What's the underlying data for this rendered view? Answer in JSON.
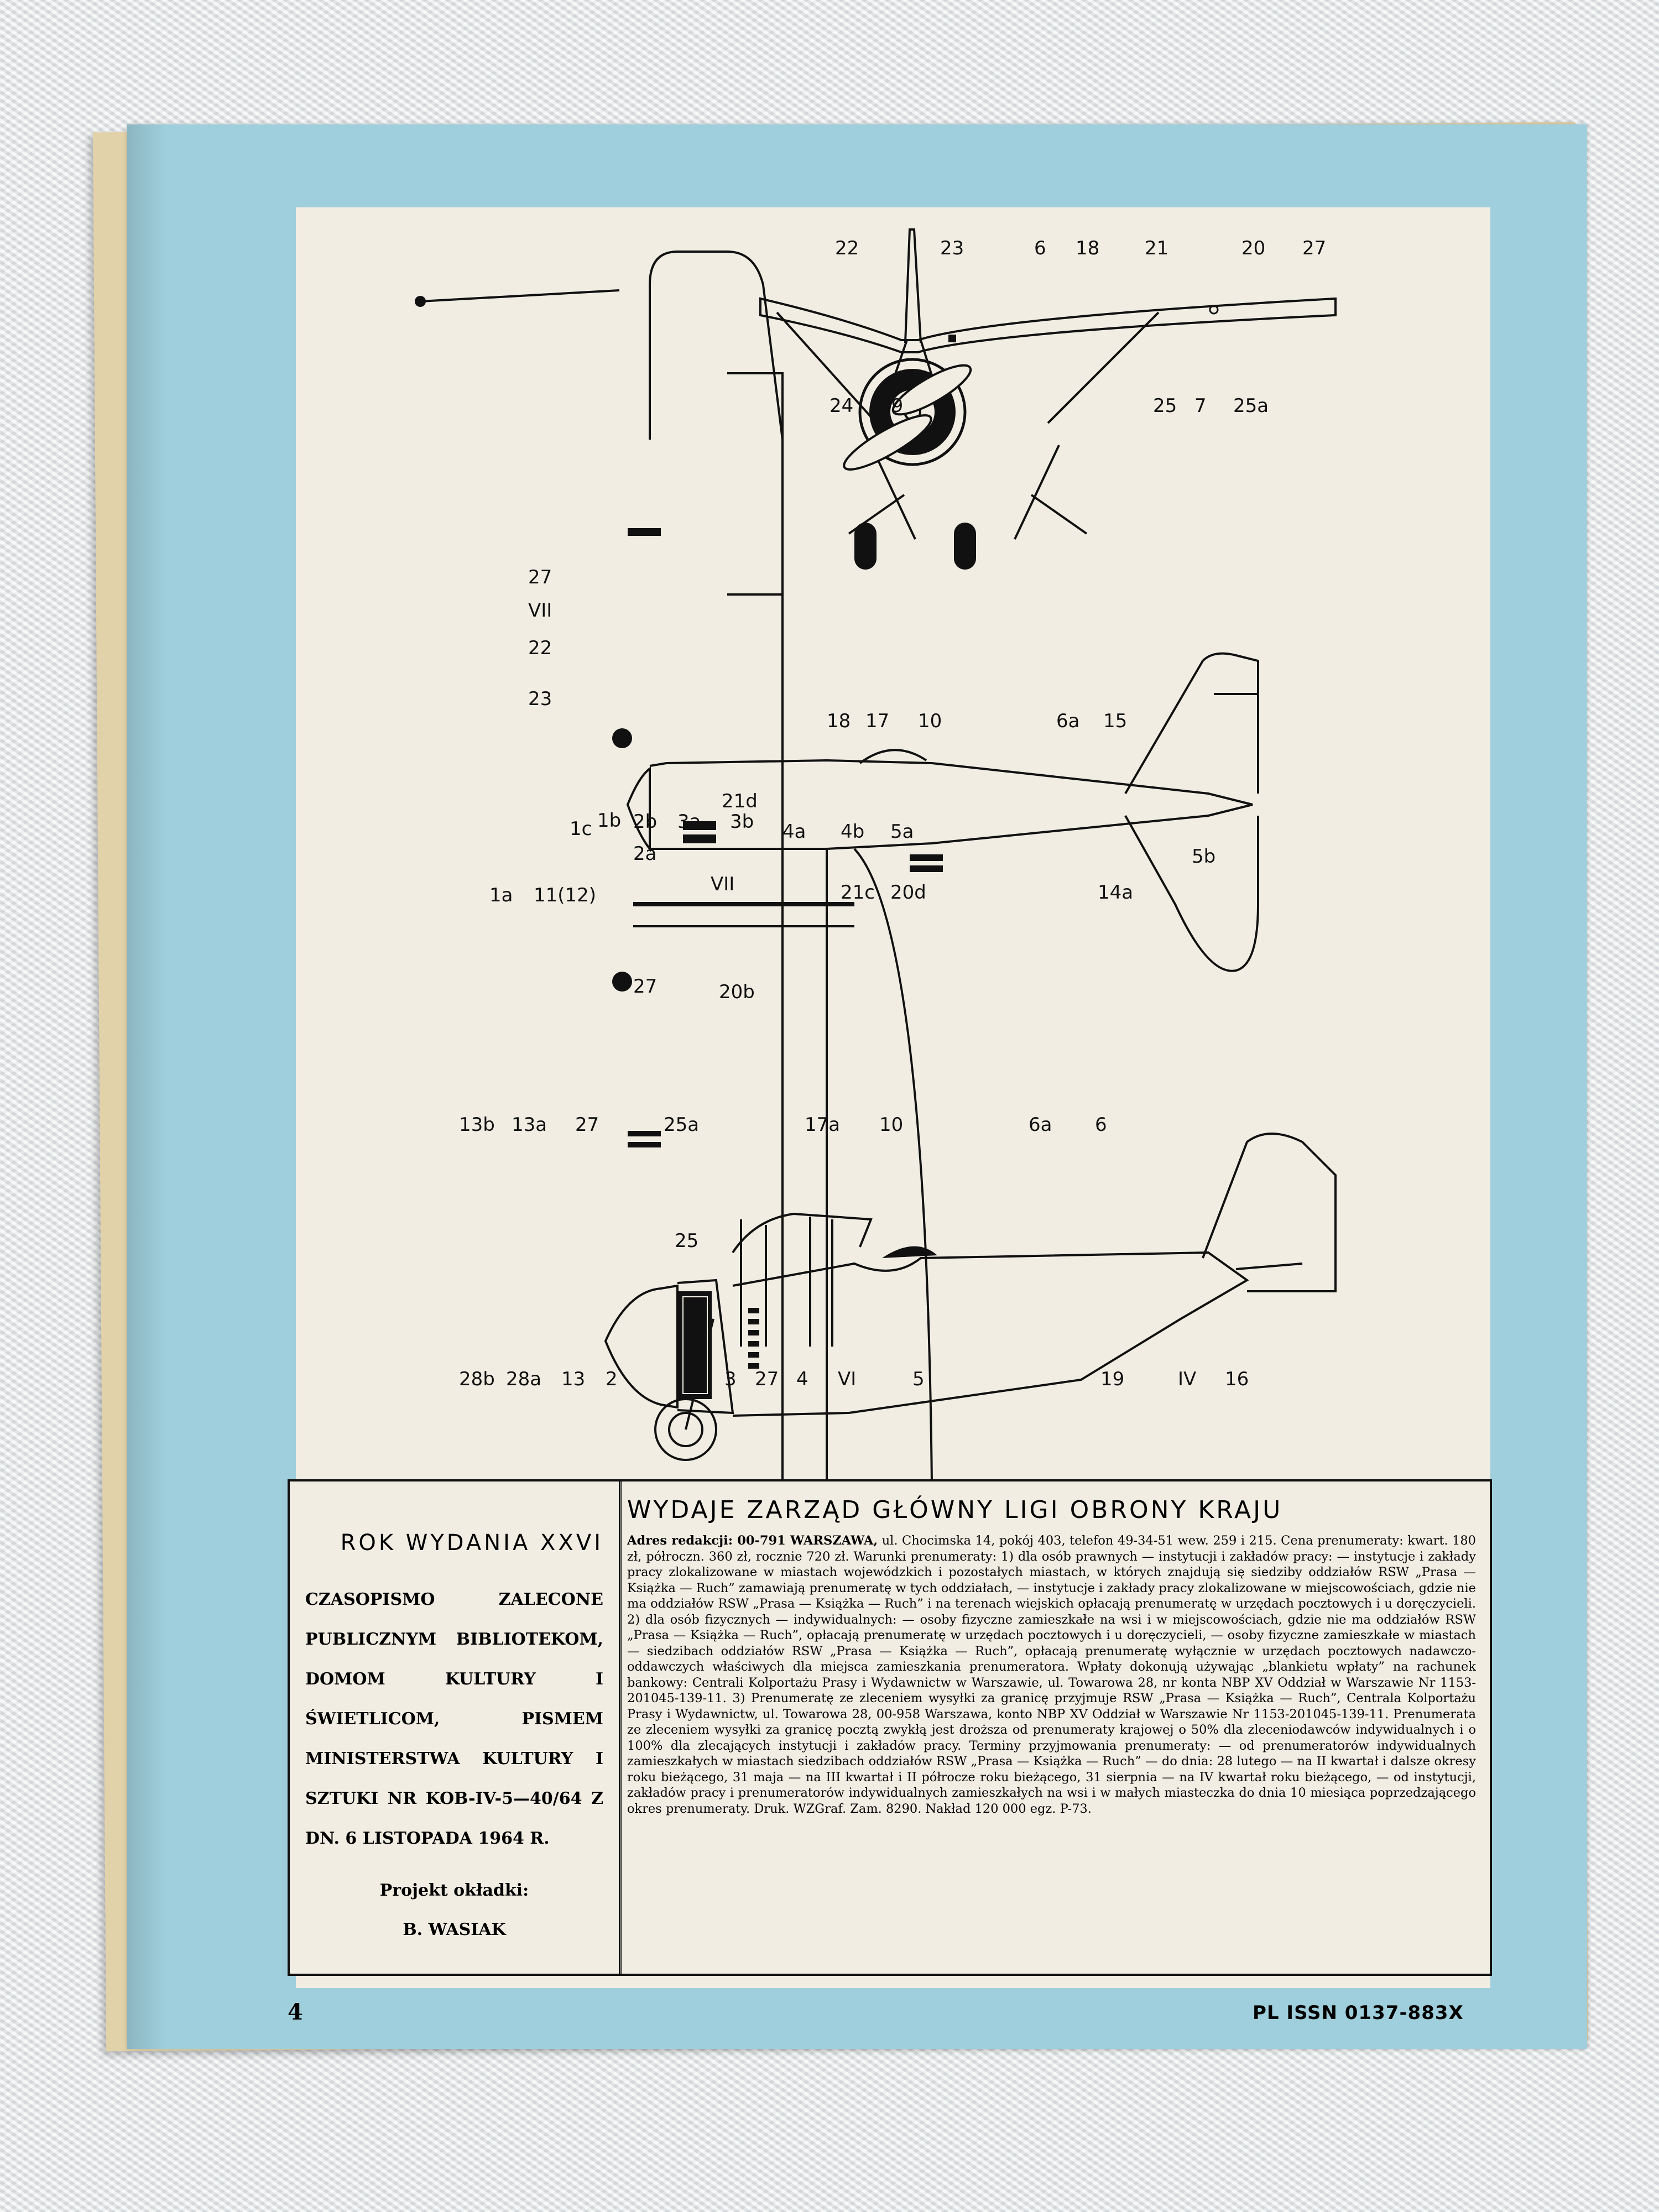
{
  "labels": {
    "front": [
      "22",
      "23",
      "6",
      "18",
      "21",
      "20",
      "27",
      "24",
      "29",
      "25",
      "7",
      "25a"
    ],
    "top": [
      "27",
      "VII",
      "22",
      "23",
      "18",
      "17",
      "10",
      "6a",
      "15",
      "1a",
      "11(12)",
      "1c",
      "1b",
      "2b",
      "3a",
      "21d",
      "3b",
      "2a",
      "4a",
      "4b",
      "5a",
      "VII",
      "5b",
      "14a",
      "21c",
      "20d",
      "27",
      "20b"
    ],
    "side": [
      "13b",
      "13a",
      "27",
      "25a",
      "17a",
      "10",
      "6a",
      "6",
      "25",
      "28b",
      "28a",
      "13",
      "2",
      "7",
      "3",
      "27",
      "4",
      "VI",
      "5",
      "19",
      "IV",
      "16"
    ]
  },
  "left_box": {
    "year": "ROK WYDANIA XXVI",
    "recommendation": "CZASOPISMO ZALECONE PUBLICZNYM BIBLIOTEKOM, DOMOM KULTURY I ŚWIETLICOM, PISMEM MINISTERSTWA KULTURY I SZTUKI NR KOB-IV-5—40/64 Z DN. 6 LISTOPADA 1964 R.",
    "cover_label": "Projekt okładki:",
    "cover_designer": "B. WASIAK"
  },
  "right_box": {
    "publisher": "WYDAJE ZARZĄD GŁÓWNY LIGI OBRONY KRAJU",
    "address_label": "Adres redakcji: 00-791 WARSZAWA,",
    "address_text": "ul. Chocimska 14, pokój 403, telefon 49-34-51 wew. 259 i 215. Cena prenumeraty: kwart. 180 zł, półroczn. 360 zł, rocznie 720 zł. Warunki prenumeraty: 1) dla osób prawnych — instytucji i zakładów pracy: — instytucje i zakłady pracy zlokalizowane w miastach wojewódzkich i pozostałych miastach, w których znajdują się siedziby oddziałów RSW „Prasa — Książka — Ruch” zamawiają prenumeratę w tych oddziałach, — instytucje i zakłady pracy zlokalizowane w miejscowościach, gdzie nie ma oddziałów RSW „Prasa — Książka — Ruch” i na terenach wiejskich opłacają prenumeratę w urzędach pocztowych i u doręczycieli. 2) dla osób fizycznych — indywidualnych: — osoby fizyczne zamieszkałe na wsi i w miejscowościach, gdzie nie ma oddziałów RSW „Prasa — Książka — Ruch”, opłacają prenumeratę w urzędach pocztowych i u doręczycieli, — osoby fizyczne zamieszkałe w miastach — siedzibach oddziałów RSW „Prasa — Książka — Ruch”, opłacają prenumeratę wyłącznie w urzędach pocztowych nadawczo-oddawczych właściwych dla miejsca zamieszkania prenumeratora. Wpłaty dokonują używając „blankietu wpłaty” na rachunek bankowy: Centrali Kolportażu Prasy i Wydawnictw w Warszawie, ul. Towarowa 28, nr konta NBP XV Oddział w Warszawie Nr 1153-201045-139-11. 3) Prenumeratę ze zleceniem wysyłki za granicę przyjmuje RSW „Prasa — Książka — Ruch”, Centrala Kolportażu Prasy i Wydawnictw, ul. Towarowa 28, 00-958 Warszawa, konto NBP XV Oddział w Warszawie Nr 1153-201045-139-11. Prenumerata ze zleceniem wysyłki za granicę pocztą zwykłą jest droższa od prenumeraty krajowej o 50% dla zleceniodawców indywidualnych i o 100% dla zlecających instytucji i zakładów pracy. Terminy przyjmowania prenumeraty: — od prenumeratorów indywidualnych zamieszkałych w miastach siedzibach oddziałów RSW „Prasa — Książka — Ruch” — do dnia: 28 lutego — na II kwartał i dalsze okresy roku bieżącego, 31 maja — na III kwartał i II półrocze roku bieżącego, 31 sierpnia — na IV kwartał roku bieżącego, — od instytucji, zakładów pracy i prenumeratorów indywidualnych zamieszkałych na wsi i w małych miasteczka do dnia 10 miesiąca poprzedzającego okres prenumeraty.",
    "print_info": "Druk. WZGraf. Zam. 8290. Nakład 120 000 egz. P-73."
  },
  "footer": {
    "page_number": "4",
    "issn": "PL ISSN 0137-883X"
  },
  "colors": {
    "cover": "#9fcfdc",
    "paper": "#f1ede3",
    "ink": "#111111"
  }
}
